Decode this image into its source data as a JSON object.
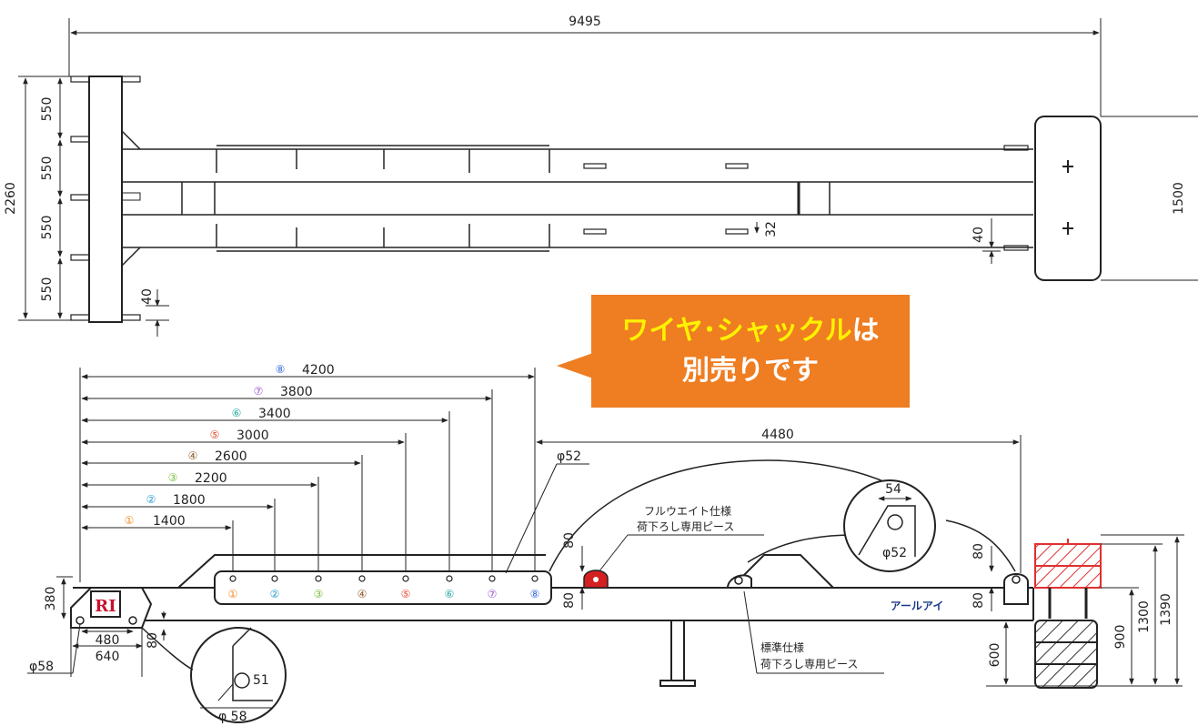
{
  "top_view": {
    "overall_length": "9495",
    "overall_width": "2260",
    "segment_spacing": [
      "550",
      "550",
      "550",
      "550"
    ],
    "left_gap": "40",
    "right_width": "1500",
    "right_gap": "40",
    "lug": "32"
  },
  "side_view": {
    "positions": [
      {
        "num": "①",
        "dist": "1400",
        "color": "#f08a24"
      },
      {
        "num": "②",
        "dist": "1800",
        "color": "#2a9fd6"
      },
      {
        "num": "③",
        "dist": "2200",
        "color": "#7bbf3a"
      },
      {
        "num": "④",
        "dist": "2600",
        "color": "#8a5a2b"
      },
      {
        "num": "⑤",
        "dist": "3000",
        "color": "#e64a2e"
      },
      {
        "num": "⑥",
        "dist": "3400",
        "color": "#23a8a0"
      },
      {
        "num": "⑦",
        "dist": "3800",
        "color": "#9b59d0"
      },
      {
        "num": "⑧",
        "dist": "4200",
        "color": "#3a6fd8"
      }
    ],
    "dim_4480": "4480",
    "phi52": "φ52",
    "dim_380": "380",
    "dim_480": "480",
    "dim_640": "640",
    "dim_80_low": "80",
    "phi58": "φ58",
    "dim_80_a": "80",
    "dim_80_b": "80",
    "dim_80_c": "80",
    "dim_80_d": "80",
    "dim_600": "600",
    "dim_900": "900",
    "dim_1300": "1300",
    "dim_1390": "1390",
    "fullweight_line1": "フルウエイト仕様",
    "fullweight_line2": "荷下ろし専用ピース",
    "standard_line1": "標準仕様",
    "standard_line2": "荷下ろし専用ピース",
    "logo_text": "RI",
    "brand_text": "アールアイ",
    "detail_right": {
      "d54": "54",
      "phi52": "φ52"
    },
    "detail_left": {
      "d51": "51",
      "phi58": "φ 58"
    }
  },
  "callout": {
    "highlight": "ワイヤ･シャックル",
    "suffix": "は",
    "line2": "別売りです"
  },
  "colors": {
    "accent": "#ef7d22",
    "highlight": "#fff200",
    "red_weight": "#e03030",
    "marker_red": "#d42020"
  }
}
